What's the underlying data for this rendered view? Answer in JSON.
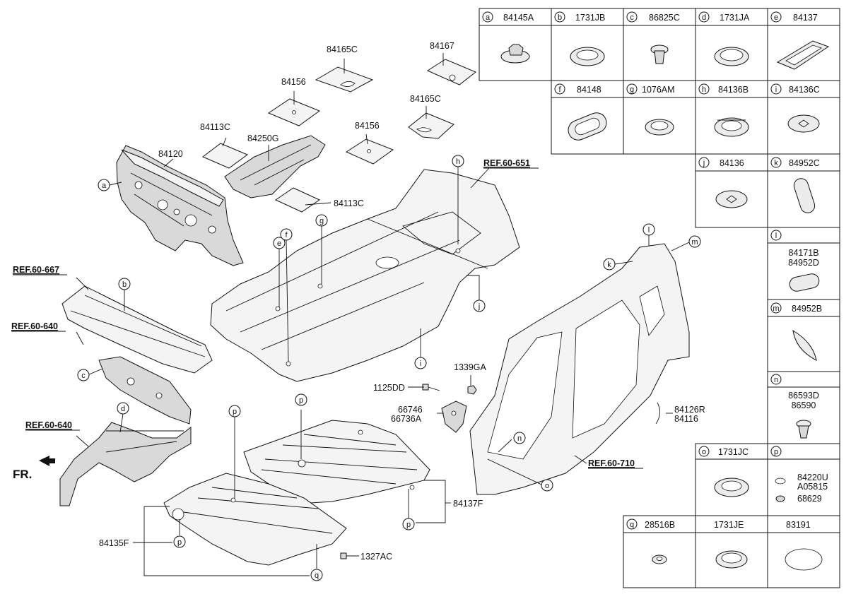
{
  "callouts": {
    "l84145A": "84145A",
    "l84120": "84120",
    "l84113C_a": "84113C",
    "l84113C_b": "84113C",
    "l84156_a": "84156",
    "l84156_b": "84156",
    "l84165C_a": "84165C",
    "l84165C_b": "84165C",
    "l84167": "84167",
    "l84250G": "84250G",
    "l1125DD": "1125DD",
    "l1339GA": "1339GA",
    "l66746": "66746",
    "l66736A": "66736A",
    "l84126R": "84126R",
    "l84116": "84116",
    "l84137F": "84137F",
    "l84135F": "84135F",
    "l1327AC": "1327AC"
  },
  "refs": {
    "r651": "REF.60-651",
    "r667": "REF.60-667",
    "r640a": "REF.60-640",
    "r640b": "REF.60-640",
    "r710": "REF.60-710"
  },
  "fr_label": "FR.",
  "letters": {
    "a": "a",
    "b": "b",
    "c": "c",
    "d": "d",
    "e": "e",
    "f": "f",
    "g": "g",
    "h": "h",
    "i": "i",
    "j": "j",
    "k": "k",
    "l": "l",
    "m": "m",
    "n": "n",
    "o": "o",
    "p": "p",
    "q": "q"
  },
  "table": {
    "a": "84145A",
    "b": "1731JB",
    "c": "86825C",
    "d": "1731JA",
    "e": "84137",
    "f": "84148",
    "g": "1076AM",
    "h": "84136B",
    "i": "84136C",
    "j": "84136",
    "k": "84952C",
    "l1": "84171B",
    "l2": "84952D",
    "m": "84952B",
    "n1": "86593D",
    "n2": "86590",
    "o": "1731JC",
    "p1": "84220U",
    "p2": "A05815",
    "p3": "68629",
    "q": "28516B",
    "q2": "1731JE",
    "q3": "83191"
  }
}
